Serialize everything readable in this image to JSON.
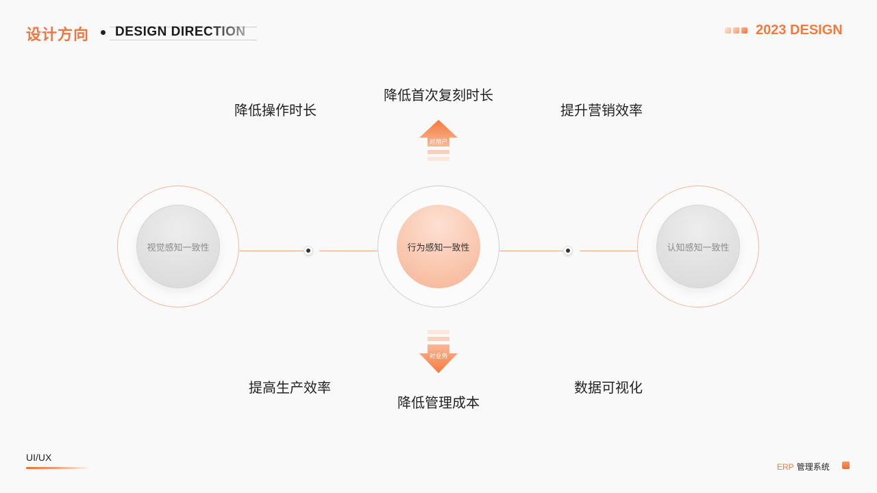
{
  "header": {
    "title_cn": "设计方向",
    "title_en": "DESIGN DIRECTION",
    "year_title": "2023 DESIGN"
  },
  "top_labels": {
    "left": "降低操作时长",
    "center": "降低首次复刻时长",
    "right": "提升营销效率"
  },
  "bottom_labels": {
    "left": "提高生产效率",
    "center": "降低管理成本",
    "right": "数据可视化"
  },
  "arrows": {
    "up_label": "对用户",
    "down_label": "对业务"
  },
  "circles": {
    "left": "视觉感知一致性",
    "center": "行为感知一致性",
    "right": "认知感知一致性"
  },
  "footer": {
    "uiux": "UI/UX",
    "system_prefix": "ERP",
    "system_name": "管理系统"
  },
  "colors": {
    "accent": "#f47a3c",
    "accent_light": "#f9c6ad",
    "neutral_circle": "#e0e0e0"
  },
  "icons": {
    "header_cubes": "cube-icon",
    "footer_mark": "brand-mark-icon",
    "connector": "dot-node-icon"
  }
}
